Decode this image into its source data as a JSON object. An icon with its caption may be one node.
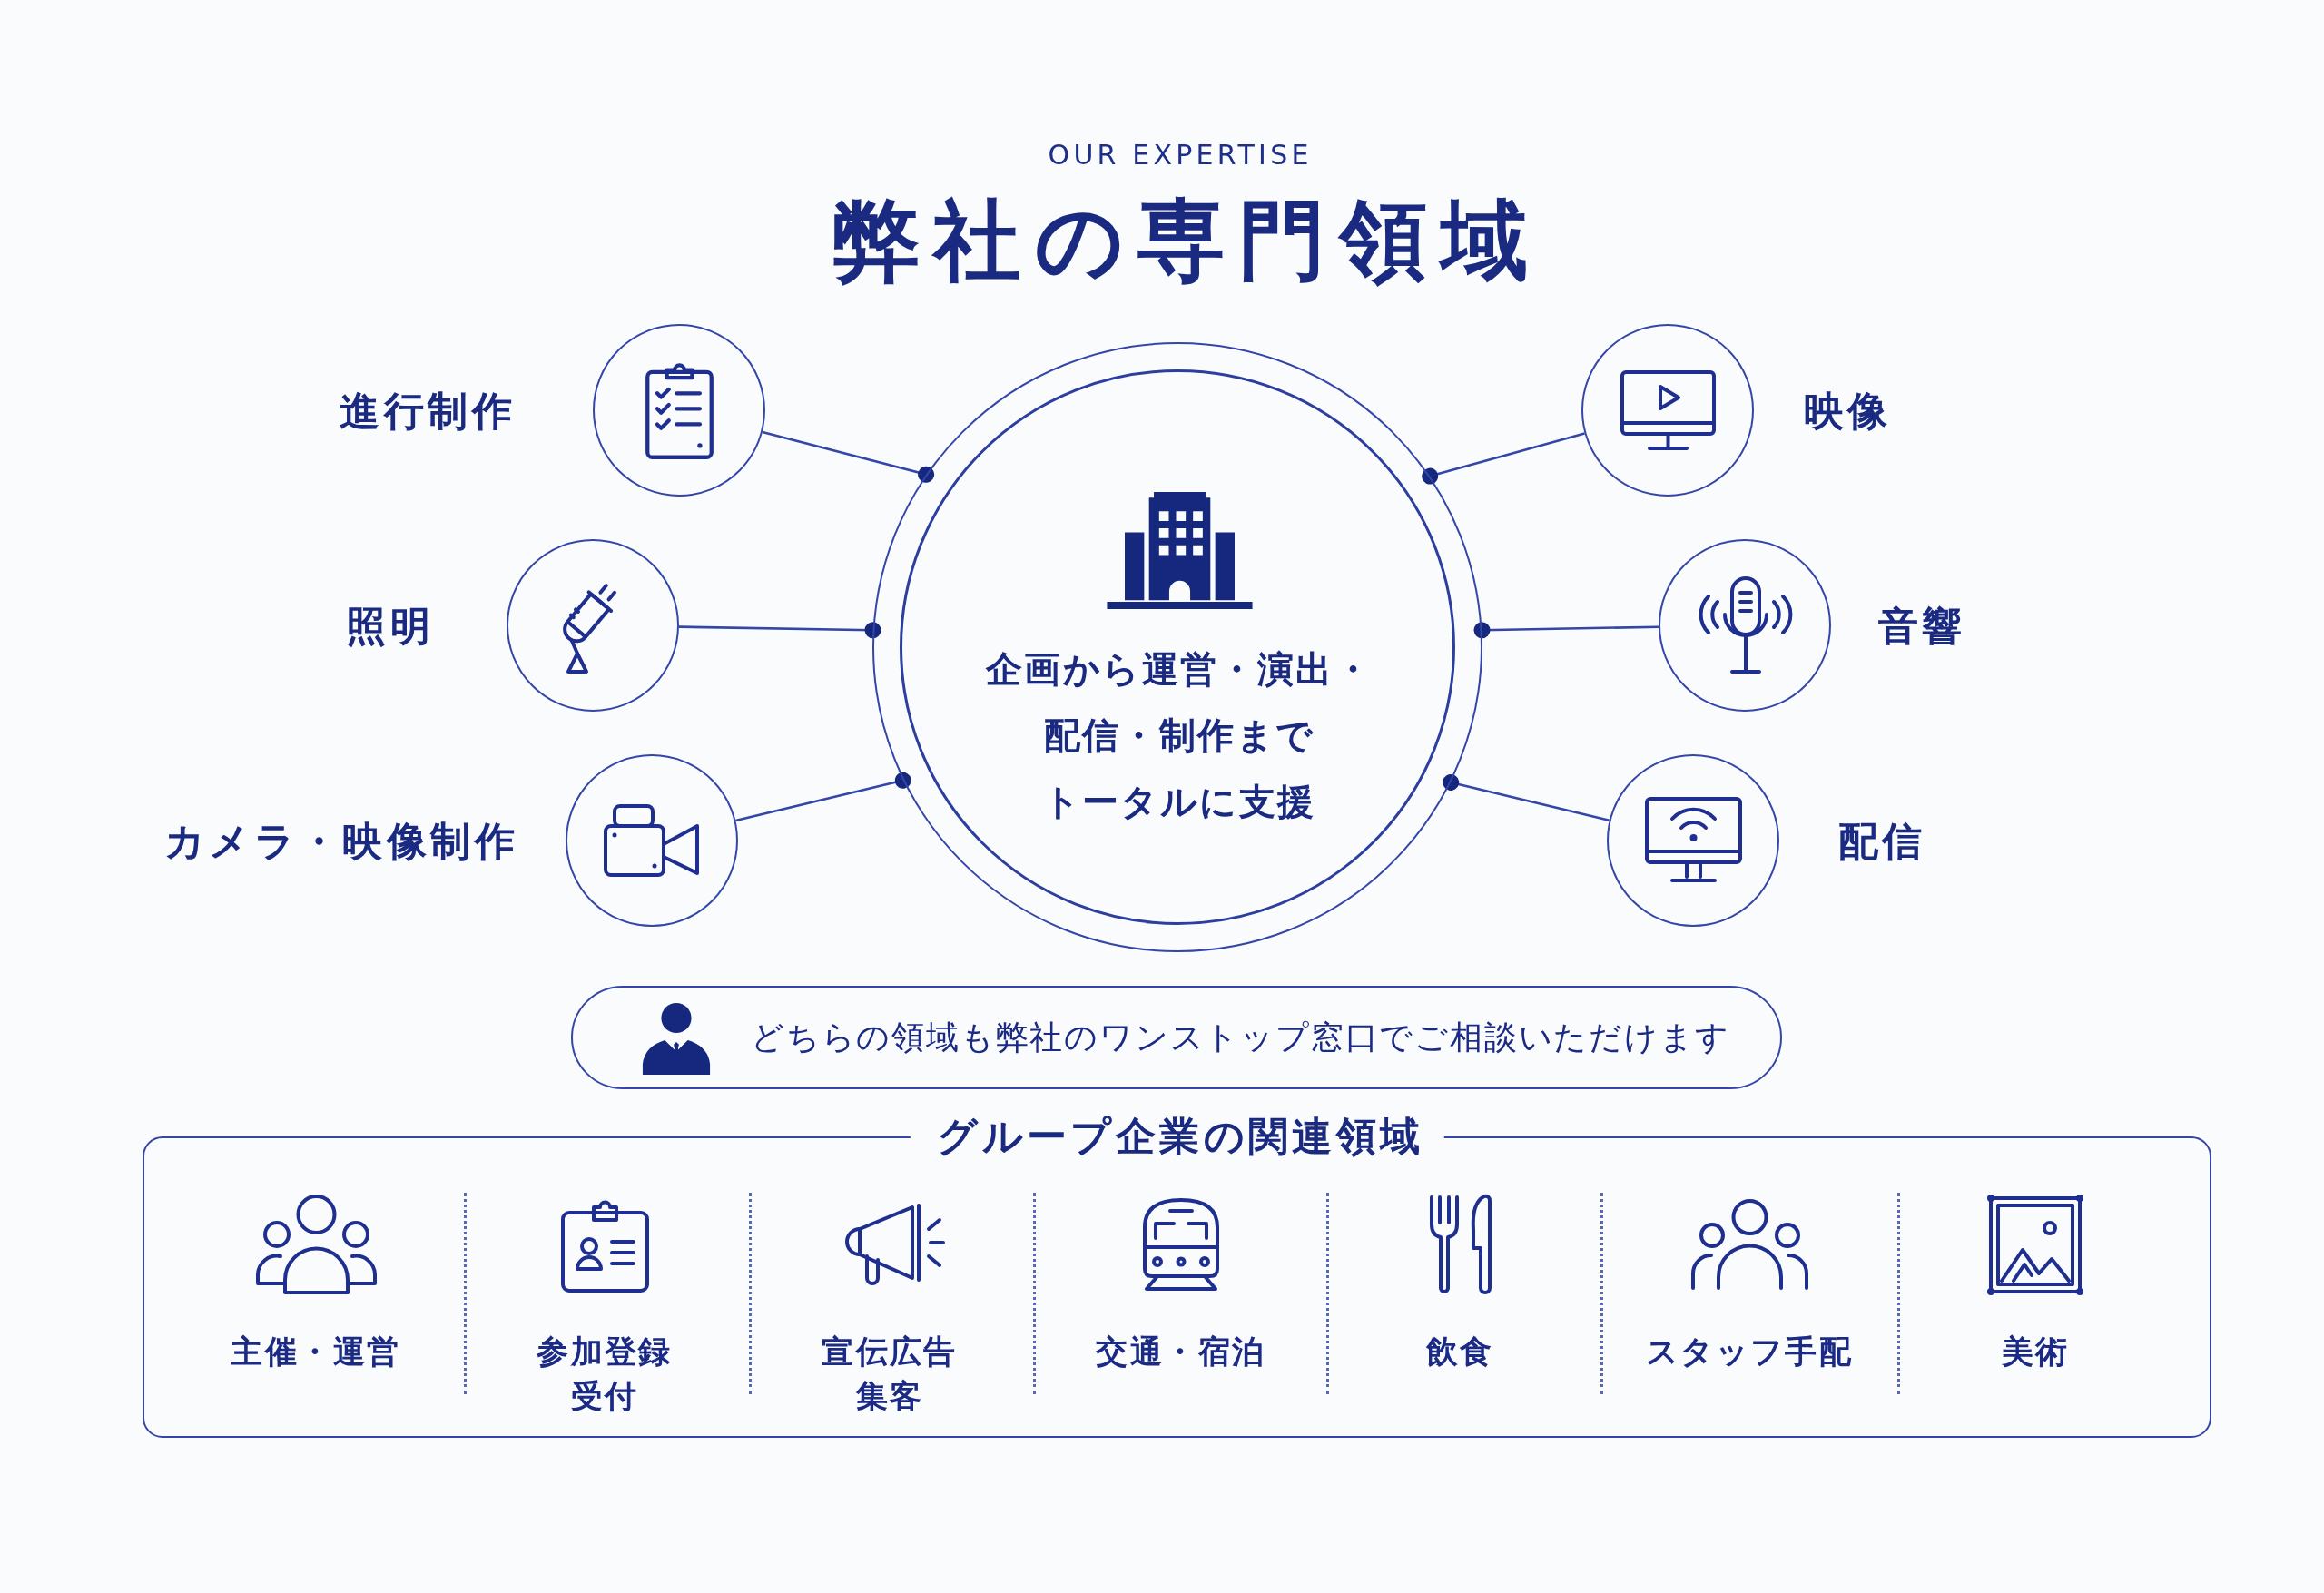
{
  "diagram": {
    "title": "弊社の専門領域",
    "nodes": [
      {
        "text": [
          "企画から運営・演出・配信・制作までトータルに支援"
        ]
      },
      {
        "text": [],
        "shape": "circle",
        "beside": [
          "進行制作"
        ]
      },
      {
        "text": [],
        "shape": "circle",
        "beside": [
          "映像"
        ]
      },
      {
        "text": [],
        "shape": "circle",
        "beside": [
          "照明"
        ]
      },
      {
        "text": [],
        "shape": "circle",
        "beside": [
          "音響"
        ]
      },
      {
        "text": [],
        "shape": "circle",
        "beside": [
          "カメラ・映像制作"
        ]
      },
      {
        "text": [],
        "shape": "circle",
        "beside": [
          "配信"
        ]
      },
      {
        "text": [
          "どちらの領域も弊社のワンストップ窓口でご相談いただけます"
        ]
      },
      {
        "text": [
          "グループ企業の関連領域"
        ]
      }
    ],
    "edges": [
      {
        "from": 1,
        "to": 0,
        "arrow": "other"
      },
      {
        "from": 2,
        "to": 0,
        "arrow": "other"
      },
      {
        "from": 3,
        "to": 0,
        "arrow": "other"
      },
      {
        "from": 4,
        "to": 0,
        "arrow": "other"
      },
      {
        "from": 5,
        "to": 0,
        "arrow": "other"
      },
      {
        "from": 6,
        "to": 0,
        "arrow": "other"
      }
    ],
    "labels": [
      "OUR EXPERTISE",
      "主催・運営",
      "参加登録受付",
      "宣伝広告集客",
      "交通・宿泊",
      "飲食",
      "スタッフ手配",
      "美術"
    ]
  }
}
